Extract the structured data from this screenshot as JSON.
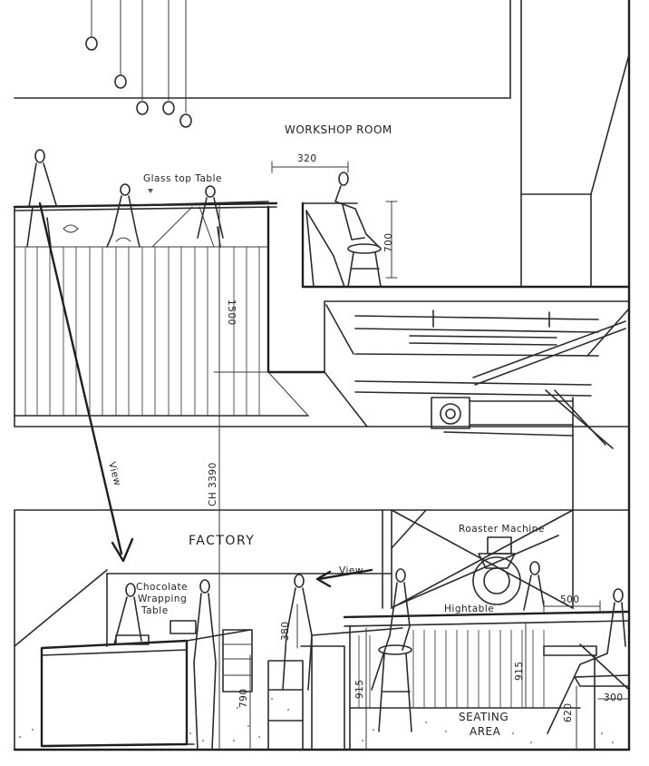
{
  "labels": {
    "workshop_room": "WORKSHOP ROOM",
    "glass_top_table": "Glass top Table",
    "factory": "FACTORY",
    "roaster_machine": "Roaster Machine",
    "view_upper": "View",
    "view_lower": "View",
    "chocolate_wrapping_line1": "Chocolate",
    "chocolate_wrapping_line2": "Wrapping",
    "chocolate_wrapping_line3": "Table",
    "hightable": "Hightable",
    "seating_line1": "SEATING",
    "seating_line2": "AREA"
  },
  "dimensions": {
    "d320": "320",
    "d700": "700",
    "d1500": "1500",
    "ch3390": "CH 3390",
    "d500": "500",
    "d380": "380",
    "d915a": "915",
    "d915b": "915",
    "d790": "790",
    "d620": "620",
    "d300": "300"
  },
  "colors": {
    "ink": "#2b2b2b",
    "paper": "#ffffff"
  }
}
